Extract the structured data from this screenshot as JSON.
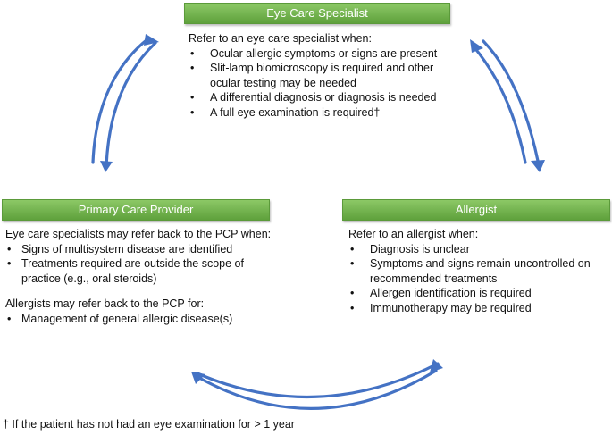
{
  "eye_care": {
    "header": "Eye Care Specialist",
    "intro": "Refer to an eye care specialist when:",
    "items": [
      "Ocular allergic symptoms or signs are present",
      "Slit-lamp biomicroscopy is required and other ocular testing may be needed",
      "A differential diagnosis or diagnosis is needed",
      "A full eye examination is required†"
    ]
  },
  "pcp": {
    "header": "Primary Care Provider",
    "intro_eye": "Eye care specialists may refer back to the PCP when:",
    "eye_items": [
      "Signs of multisystem disease are identified",
      "Treatments required are outside the scope of practice (e.g., oral steroids)"
    ],
    "intro_allergist": "Allergists may refer back to the PCP for:",
    "allergist_items": [
      "Management of general allergic disease(s)"
    ]
  },
  "allergist": {
    "header": "Allergist",
    "intro": "Refer to an allergist when:",
    "items": [
      "Diagnosis is unclear",
      "Symptoms and signs remain uncontrolled on recommended treatments",
      "Allergen identification is required",
      "Immunotherapy may be required"
    ]
  },
  "footnote": "† If the patient has not had an eye examination for > 1 year",
  "colors": {
    "header_green": "#6fb048",
    "arrow_blue": "#4472c4"
  }
}
